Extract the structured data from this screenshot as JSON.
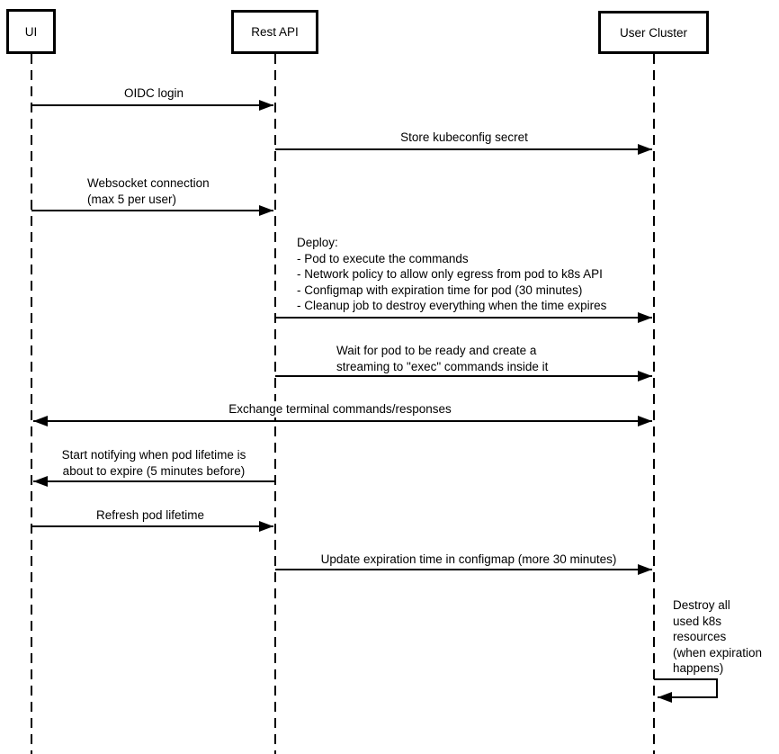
{
  "diagram_type": "uml-sequence-diagram",
  "colors": {
    "line": "#000000",
    "background": "#ffffff",
    "text": "#000000"
  },
  "actors": [
    {
      "name": "UI"
    },
    {
      "name": "Rest API"
    },
    {
      "name": "User Cluster"
    }
  ],
  "messages": [
    {
      "from": "UI",
      "to": "Rest API",
      "arrow": "solid-right",
      "lines": [
        "OIDC login"
      ]
    },
    {
      "from": "Rest API",
      "to": "User Cluster",
      "arrow": "solid-right",
      "lines": [
        "Store kubeconfig secret"
      ]
    },
    {
      "from": "UI",
      "to": "Rest API",
      "arrow": "solid-right",
      "lines": [
        "Websocket connection",
        "(max 5 per user)"
      ]
    },
    {
      "from": "Rest API",
      "to": "User Cluster",
      "arrow": "solid-right",
      "lines": [
        "Deploy:",
        "- Pod to execute the commands",
        "- Network policy to allow only egress from pod to k8s API",
        "- Configmap with expiration time for pod (30 minutes)",
        "- Cleanup job to destroy everything when the time expires"
      ]
    },
    {
      "from": "Rest API",
      "to": "User Cluster",
      "arrow": "solid-right",
      "lines": [
        "Wait for pod to be ready and create a",
        "streaming to \"exec\" commands inside it"
      ]
    },
    {
      "from": "UI",
      "to": "User Cluster",
      "arrow": "solid-bidirectional",
      "lines": [
        "Exchange terminal commands/responses"
      ]
    },
    {
      "from": "Rest API",
      "to": "UI",
      "arrow": "solid-left",
      "lines": [
        "Start notifying when pod lifetime is",
        "about to expire (5 minutes before)"
      ]
    },
    {
      "from": "UI",
      "to": "Rest API",
      "arrow": "solid-right",
      "lines": [
        "Refresh pod lifetime"
      ]
    },
    {
      "from": "Rest API",
      "to": "User Cluster",
      "arrow": "solid-right",
      "lines": [
        "Update expiration time in configmap (more 30 minutes)"
      ]
    },
    {
      "from": "User Cluster",
      "to": "User Cluster",
      "arrow": "self-loop",
      "lines": [
        "Destroy all",
        "used k8s",
        "resources",
        "(when expiration",
        "happens)"
      ]
    }
  ]
}
